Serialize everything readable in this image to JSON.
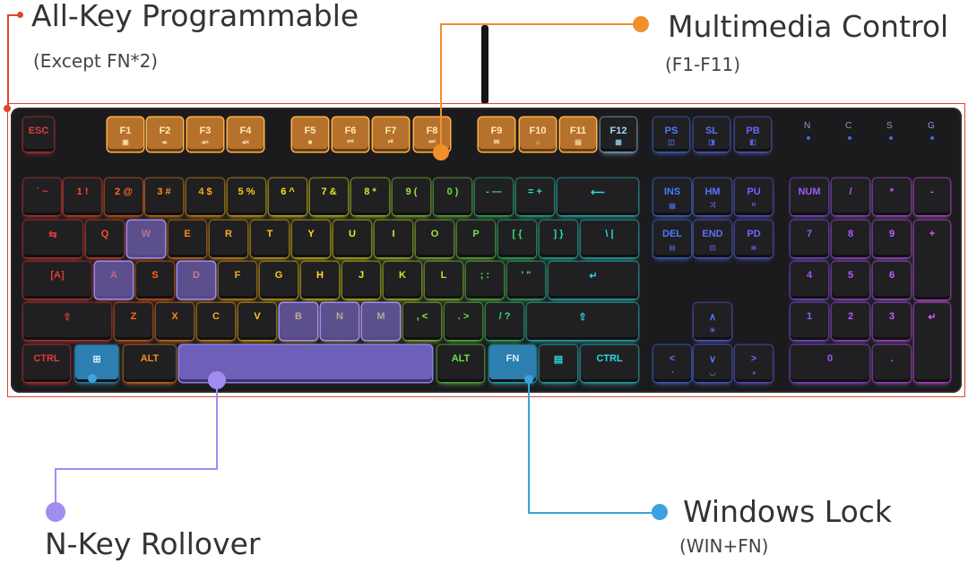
{
  "callouts": {
    "programmable": {
      "title": "All-Key Programmable",
      "sub": "(Except FN*2)"
    },
    "multimedia": {
      "title": "Multimedia Control",
      "sub": "(F1-F11)"
    },
    "nkey": {
      "title": "N-Key Rollover"
    },
    "winlock": {
      "title": "Windows Lock",
      "sub": "(WIN+FN)"
    }
  },
  "colors": {
    "programmable": "#e0452b",
    "multimedia": "#f0902a",
    "nkey": "#a18cf0",
    "winlock": "#3aa3e0"
  },
  "indicators": [
    "N",
    "C",
    "S",
    "G"
  ],
  "keys": [
    {
      "t": "ESC",
      "c": "#e23a3a"
    },
    {
      "t": "F1",
      "s": "▣",
      "c": "#ff9a2a",
      "h": "m"
    },
    {
      "t": "F2",
      "s": "◂-",
      "c": "#ff9a2a",
      "h": "m"
    },
    {
      "t": "F3",
      "s": "◂+",
      "c": "#ffa62a",
      "h": "m"
    },
    {
      "t": "F4",
      "s": "◂×",
      "c": "#ffb02a",
      "h": "m"
    },
    {
      "t": "F5",
      "s": "■",
      "c": "#ffb52a",
      "h": "m"
    },
    {
      "t": "F6",
      "s": "⏮",
      "c": "#ffbf2a",
      "h": "m"
    },
    {
      "t": "F7",
      "s": "⏯",
      "c": "#ffc82a",
      "h": "m"
    },
    {
      "t": "F8",
      "s": "⏭",
      "c": "#ffd02a",
      "h": "m"
    },
    {
      "t": "F9",
      "s": "✉",
      "c": "#ffd74a",
      "h": "m"
    },
    {
      "t": "F10",
      "s": "⌂",
      "c": "#ffde5a",
      "h": "m"
    },
    {
      "t": "F11",
      "s": "▤",
      "c": "#ffe46a",
      "h": "m"
    },
    {
      "t": "F12",
      "s": "▦",
      "c": "#9fd6ff"
    },
    {
      "t": "PS",
      "s": "◫",
      "c": "#4a7cff"
    },
    {
      "t": "SL",
      "s": "◨",
      "c": "#5a70ff"
    },
    {
      "t": "PB",
      "s": "◧",
      "c": "#6a66ff"
    },
    {
      "t": "` ~",
      "c": "#e23a3a"
    },
    {
      "t": "1 !",
      "c": "#ff4a2a"
    },
    {
      "t": "2 @",
      "c": "#ff6a1a"
    },
    {
      "t": "3 #",
      "c": "#ff8a1a"
    },
    {
      "t": "4 $",
      "c": "#ffaa1a"
    },
    {
      "t": "5 %",
      "c": "#ffc81a"
    },
    {
      "t": "6 ^",
      "c": "#fde21a"
    },
    {
      "t": "7 &",
      "c": "#e8ea1a"
    },
    {
      "t": "8 *",
      "c": "#c8ea2a"
    },
    {
      "t": "9 (",
      "c": "#9ee63a"
    },
    {
      "t": "0 )",
      "c": "#6ee04a"
    },
    {
      "t": "- —",
      "c": "#3ade7a"
    },
    {
      "t": "= +",
      "c": "#2adcb8"
    },
    {
      "t": "⟵",
      "c": "#2ad8e0"
    },
    {
      "t": "INS",
      "s": "▤",
      "c": "#4a7cff"
    },
    {
      "t": "HM",
      "s": "⤨",
      "c": "#5a70ff"
    },
    {
      "t": "PU",
      "s": "ᴵᴵᴵ",
      "c": "#6a66ff"
    },
    {
      "t": "NUM",
      "c": "#9a5aff"
    },
    {
      "t": "/",
      "c": "#b45aff"
    },
    {
      "t": "*",
      "c": "#c85aff"
    },
    {
      "t": "-",
      "c": "#e05aff"
    },
    {
      "t": "⇆",
      "c": "#e23a3a"
    },
    {
      "t": "Q",
      "c": "#ff4a2a"
    },
    {
      "t": "W",
      "c": "#ff6a1a"
    },
    {
      "t": "E",
      "c": "#ff8a1a"
    },
    {
      "t": "R",
      "c": "#ffaa1a"
    },
    {
      "t": "T",
      "c": "#ffc81a"
    },
    {
      "t": "Y",
      "c": "#fde21a"
    },
    {
      "t": "U",
      "c": "#e8ea1a"
    },
    {
      "t": "I",
      "c": "#c8ea2a"
    },
    {
      "t": "O",
      "c": "#9ee63a"
    },
    {
      "t": "P",
      "c": "#6ee04a"
    },
    {
      "t": "[ {",
      "c": "#3ade7a"
    },
    {
      "t": "] }",
      "c": "#2adcb8"
    },
    {
      "t": "\\ |",
      "c": "#2ad8e0"
    },
    {
      "t": "DEL",
      "s": "⊟",
      "c": "#4a7cff"
    },
    {
      "t": "END",
      "s": "⊡",
      "c": "#5a70ff"
    },
    {
      "t": "PD",
      "s": "≋",
      "c": "#6a66ff"
    },
    {
      "t": "7",
      "c": "#9a5aff"
    },
    {
      "t": "8",
      "c": "#b45aff"
    },
    {
      "t": "9",
      "c": "#c85aff"
    },
    {
      "t": "+",
      "c": "#e05aff"
    },
    {
      "t": "[A]",
      "c": "#e23a3a"
    },
    {
      "t": "A",
      "c": "#ff4a2a"
    },
    {
      "t": "S",
      "c": "#ff6a1a"
    },
    {
      "t": "D",
      "c": "#ff8a1a"
    },
    {
      "t": "F",
      "c": "#ffaa1a"
    },
    {
      "t": "G",
      "c": "#ffc81a"
    },
    {
      "t": "H",
      "c": "#fde21a"
    },
    {
      "t": "J",
      "c": "#e8ea1a"
    },
    {
      "t": "K",
      "c": "#c8ea2a"
    },
    {
      "t": "L",
      "c": "#9ee63a"
    },
    {
      "t": "; :",
      "c": "#6ee04a"
    },
    {
      "t": "' \"",
      "c": "#3ade7a"
    },
    {
      "t": "↵",
      "c": "#2ad8e0"
    },
    {
      "t": "4",
      "c": "#9a5aff"
    },
    {
      "t": "5",
      "c": "#b45aff"
    },
    {
      "t": "6",
      "c": "#c85aff"
    },
    {
      "t": "⇧",
      "c": "#e23a3a"
    },
    {
      "t": "Z",
      "c": "#ff6a1a"
    },
    {
      "t": "X",
      "c": "#ff8a1a"
    },
    {
      "t": "C",
      "c": "#ffaa1a"
    },
    {
      "t": "V",
      "c": "#ffc81a"
    },
    {
      "t": "B",
      "c": "#fde21a"
    },
    {
      "t": "N",
      "c": "#e8ea1a"
    },
    {
      "t": "M",
      "c": "#c8ea2a"
    },
    {
      "t": ", <",
      "c": "#9ee63a"
    },
    {
      "t": ". >",
      "c": "#6ee04a"
    },
    {
      "t": "/ ?",
      "c": "#3ade7a"
    },
    {
      "t": "⇧",
      "c": "#2ad8e0"
    },
    {
      "t": "∧",
      "s": "☀",
      "c": "#5a70ff"
    },
    {
      "t": "1",
      "c": "#9a5aff"
    },
    {
      "t": "2",
      "c": "#b45aff"
    },
    {
      "t": "3",
      "c": "#c85aff"
    },
    {
      "t": "↵",
      "c": "#e05aff"
    },
    {
      "t": "CTRL",
      "c": "#e23a3a"
    },
    {
      "t": "⊞",
      "c": "#3aa3e0",
      "h": "w"
    },
    {
      "t": "ALT",
      "c": "#ff8a1a"
    },
    {
      "t": "",
      "c": "#ffc81a",
      "h": "n"
    },
    {
      "t": "ALT",
      "c": "#6ee04a"
    },
    {
      "t": "FN",
      "c": "#2ad8e0",
      "h": "w"
    },
    {
      "t": "▤",
      "c": "#2ad8e0"
    },
    {
      "t": "CTRL",
      "c": "#2ad8e0"
    },
    {
      "t": "<",
      "s": "◔",
      "c": "#4a7cff"
    },
    {
      "t": "∨",
      "s": "◡",
      "c": "#5a70ff"
    },
    {
      "t": ">",
      "s": "◕",
      "c": "#6a66ff"
    },
    {
      "t": "0",
      "c": "#9a5aff"
    },
    {
      "t": ".",
      "c": "#c85aff"
    }
  ]
}
